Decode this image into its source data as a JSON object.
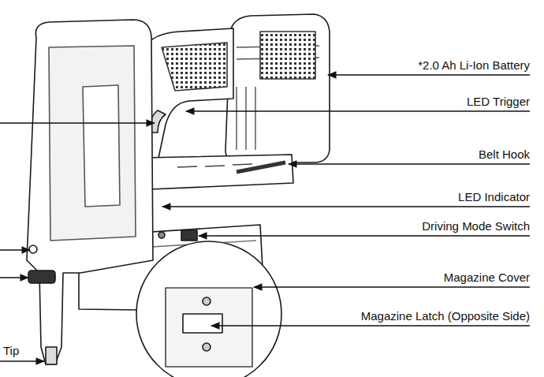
{
  "diagram": {
    "labels": [
      "*2.0 Ah Li-Ion Battery",
      "LED Trigger",
      "Belt Hook",
      "LED Indicator",
      "Driving Mode Switch",
      "Magazine Cover",
      "Magazine Latch (Opposite Side)",
      "Tip"
    ]
  }
}
